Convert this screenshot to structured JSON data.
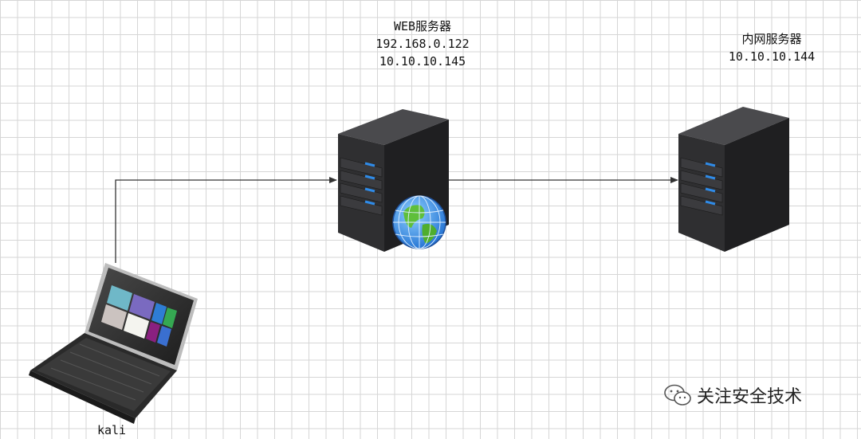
{
  "nodes": {
    "web_server": {
      "title": "WEB服务器",
      "ip_external": "192.168.0.122",
      "ip_internal": "10.10.10.145"
    },
    "intranet_server": {
      "title": "内网服务器",
      "ip": "10.10.10.144"
    },
    "attacker": {
      "label": "kali"
    }
  },
  "watermark": {
    "text": "关注安全技术",
    "icon": "wechat-icon"
  },
  "colors": {
    "grid": "#d6d6d6",
    "server_body": "#2f2f31",
    "server_led": "#2f8be8",
    "arrow": "#333333"
  }
}
